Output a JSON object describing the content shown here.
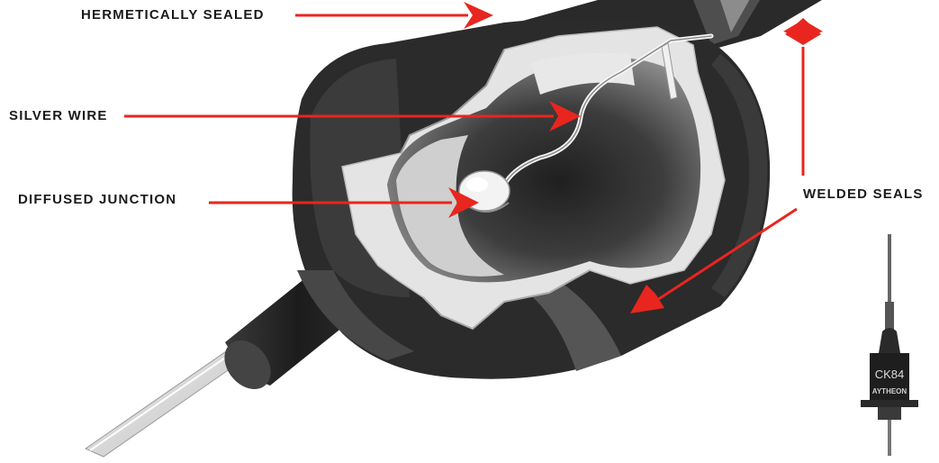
{
  "labels": {
    "hermetically_sealed": "HERMETICALLY SEALED",
    "silver_wire": "SILVER WIRE",
    "diffused_junction": "DIFFUSED JUNCTION",
    "welded_seals": "WELDED SEALS"
  },
  "part_marking": {
    "line1": "CK84",
    "line2": "AYTHEON"
  },
  "colors": {
    "arrow": "#e8261f",
    "body_dark": "#2b2b2b",
    "body_mid": "#4a4a4a",
    "cavity": "#d8d8d8",
    "text": "#1a1a1a"
  }
}
